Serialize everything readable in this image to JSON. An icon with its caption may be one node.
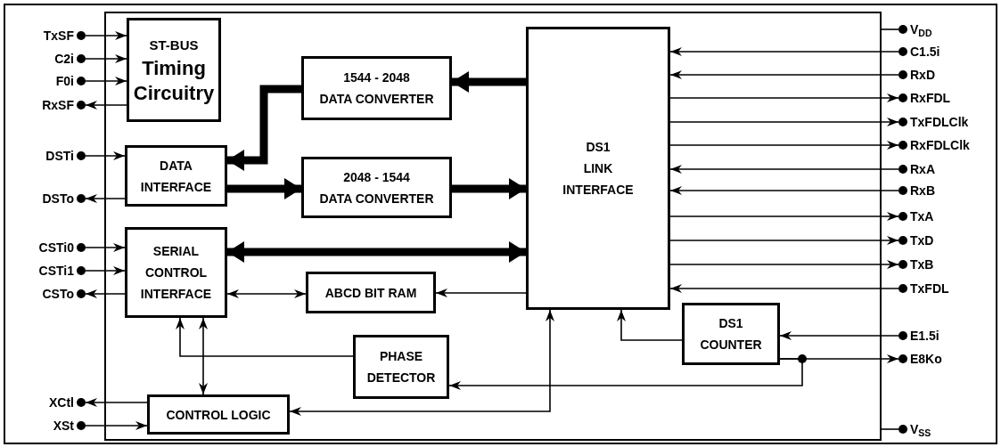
{
  "diagram": {
    "nodes": [
      {
        "text": [],
        "shape": "box"
      },
      {
        "text": [
          "ST-BUS",
          "Timing Circuitry"
        ],
        "in": 0
      },
      {
        "text": [
          "1544 - 2048",
          "DATA CONVERTER"
        ],
        "in": 0
      },
      {
        "text": [
          "DS1 LINK INTERFACE"
        ],
        "in": 0
      },
      {
        "text": [
          "DATA INTERFACE"
        ],
        "in": 0
      },
      {
        "text": [
          "2048 - 1544",
          "DATA CONVERTER"
        ],
        "in": 0
      },
      {
        "text": [
          "SERIAL CONTROL INTERFACE"
        ],
        "in": 0
      },
      {
        "text": [
          "ABCD BIT RAM"
        ],
        "in": 0
      },
      {
        "text": [
          "PHASE DETECTOR"
        ],
        "in": 0
      },
      {
        "text": [
          "DS1 COUNTER"
        ],
        "in": 0
      },
      {
        "text": [
          "CONTROL LOGIC"
        ],
        "in": 0
      },
      {
        "text": [
          "TxSF"
        ]
      },
      {
        "text": [
          "C2i"
        ]
      },
      {
        "text": [
          "F0i"
        ]
      },
      {
        "text": [
          "RxSF"
        ]
      },
      {
        "text": [
          "DSTi"
        ]
      },
      {
        "text": [
          "DSTo"
        ]
      },
      {
        "text": [
          "CSTi0"
        ]
      },
      {
        "text": [
          "CSTi1"
        ]
      },
      {
        "text": [
          "CSTo"
        ]
      },
      {
        "text": [
          "XCtl"
        ]
      },
      {
        "text": [
          "XSt"
        ]
      },
      {
        "text": [
          "V$_{DD}$"
        ]
      },
      {
        "text": [
          "C1.5i"
        ]
      },
      {
        "text": [
          "RxD"
        ]
      },
      {
        "text": [
          "RxFDL"
        ]
      },
      {
        "text": [
          "TxFDLClk"
        ]
      },
      {
        "text": [
          "RxFDLClk"
        ]
      },
      {
        "text": [
          "RxA"
        ]
      },
      {
        "text": [
          "RxB"
        ]
      },
      {
        "text": [
          "TxA"
        ]
      },
      {
        "text": [
          "TxD"
        ]
      },
      {
        "text": [
          "TxB"
        ]
      },
      {
        "text": [
          "TxFDL"
        ]
      },
      {
        "text": [
          "E1.5i"
        ]
      },
      {
        "text": [
          "E8Ko"
        ]
      },
      {
        "text": [
          "V$_{SS}$"
        ]
      }
    ],
    "edges": [
      {
        "from": 11,
        "to": 1,
        "arrow": "to"
      },
      {
        "from": 12,
        "to": 1,
        "arrow": "to"
      },
      {
        "from": 13,
        "to": 1,
        "arrow": "to"
      },
      {
        "from": 1,
        "to": 14,
        "arrow": "to"
      },
      {
        "from": 15,
        "to": 4,
        "arrow": "to"
      },
      {
        "from": 4,
        "to": 16,
        "arrow": "to"
      },
      {
        "from": 17,
        "to": 6,
        "arrow": "to"
      },
      {
        "from": 18,
        "to": 6,
        "arrow": "to"
      },
      {
        "from": 6,
        "to": 19,
        "arrow": "to"
      },
      {
        "from": 10,
        "to": 20,
        "arrow": "to"
      },
      {
        "from": 21,
        "to": 10,
        "arrow": "to"
      },
      {
        "from": 3,
        "to": 2,
        "arrow": "to",
        "style": "thick"
      },
      {
        "from": 2,
        "to": 4,
        "arrow": "to",
        "style": "thick"
      },
      {
        "from": 4,
        "to": 5,
        "arrow": "to",
        "style": "thick"
      },
      {
        "from": 5,
        "to": 3,
        "arrow": "to",
        "style": "thick"
      },
      {
        "from": 6,
        "to": 3,
        "arrow": "both",
        "style": "thick"
      },
      {
        "from": 6,
        "to": 7,
        "arrow": "both"
      },
      {
        "from": 3,
        "to": 7,
        "arrow": "to"
      },
      {
        "from": 8,
        "to": 6,
        "arrow": "to"
      },
      {
        "from": 10,
        "to": 6,
        "arrow": "both"
      },
      {
        "from": 10,
        "to": 3,
        "arrow": "both"
      },
      {
        "from": 9,
        "to": 3,
        "arrow": "to"
      },
      {
        "from": 34,
        "to": 9,
        "arrow": "to"
      },
      {
        "from": 9,
        "to": 35,
        "arrow": "to"
      },
      {
        "from": 9,
        "to": 8,
        "arrow": "to"
      },
      {
        "from": 0,
        "to": 22,
        "arrow": "none"
      },
      {
        "from": 23,
        "to": 3,
        "arrow": "to"
      },
      {
        "from": 24,
        "to": 3,
        "arrow": "to"
      },
      {
        "from": 3,
        "to": 25,
        "arrow": "to"
      },
      {
        "from": 3,
        "to": 26,
        "arrow": "to"
      },
      {
        "from": 3,
        "to": 27,
        "arrow": "to"
      },
      {
        "from": 28,
        "to": 3,
        "arrow": "to"
      },
      {
        "from": 29,
        "to": 3,
        "arrow": "to"
      },
      {
        "from": 3,
        "to": 30,
        "arrow": "to"
      },
      {
        "from": 3,
        "to": 31,
        "arrow": "to"
      },
      {
        "from": 3,
        "to": 32,
        "arrow": "to"
      },
      {
        "from": 33,
        "to": 3,
        "arrow": "to"
      },
      {
        "from": 0,
        "to": 36,
        "arrow": "none"
      }
    ]
  }
}
